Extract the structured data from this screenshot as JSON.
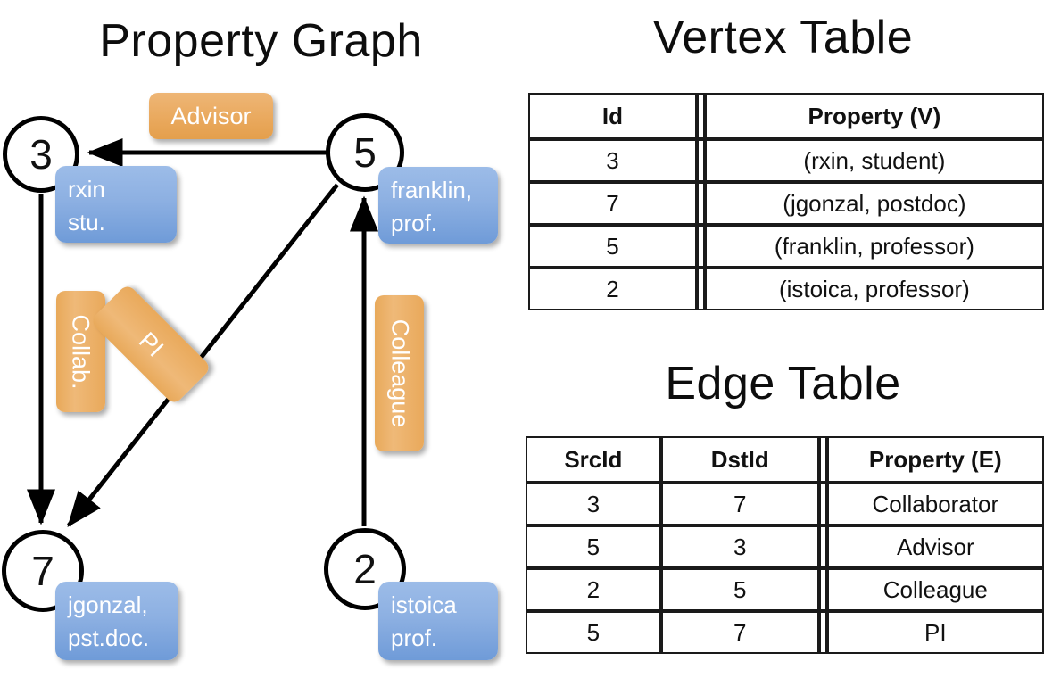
{
  "titles": {
    "property_graph": "Property Graph",
    "vertex_table": "Vertex Table",
    "edge_table": "Edge Table"
  },
  "colors": {
    "node_border": "#000000",
    "property_box": "#8db0e2",
    "edge_label_box": "#e9a95c",
    "vertex_prop_cell": "#ccd9ee",
    "edge_prop_cell": "#f6dcc2",
    "text_dark": "#111111"
  },
  "graph": {
    "nodes": [
      {
        "id": "3",
        "property_line1": "rxin",
        "property_line2": "stu."
      },
      {
        "id": "5",
        "property_line1": "franklin,",
        "property_line2": "prof."
      },
      {
        "id": "7",
        "property_line1": "jgonzal,",
        "property_line2": "pst.doc."
      },
      {
        "id": "2",
        "property_line1": "istoica",
        "property_line2": "prof."
      }
    ],
    "edge_labels": [
      {
        "name": "advisor",
        "text": "Advisor",
        "from": "5",
        "to": "3"
      },
      {
        "name": "collab",
        "text": "Collab.",
        "from": "3",
        "to": "7"
      },
      {
        "name": "pi",
        "text": "PI",
        "from": "5",
        "to": "7"
      },
      {
        "name": "colleague",
        "text": "Colleague",
        "from": "2",
        "to": "5"
      }
    ]
  },
  "vertex_table": {
    "headers": [
      "Id",
      "Property (V)"
    ],
    "rows": [
      {
        "id": "3",
        "property": "(rxin, student)"
      },
      {
        "id": "7",
        "property": "(jgonzal, postdoc)"
      },
      {
        "id": "5",
        "property": "(franklin, professor)"
      },
      {
        "id": "2",
        "property": "(istoica, professor)"
      }
    ]
  },
  "edge_table": {
    "headers": [
      "SrcId",
      "DstId",
      "Property (E)"
    ],
    "rows": [
      {
        "src": "3",
        "dst": "7",
        "property": "Collaborator"
      },
      {
        "src": "5",
        "dst": "3",
        "property": "Advisor"
      },
      {
        "src": "2",
        "dst": "5",
        "property": "Colleague"
      },
      {
        "src": "5",
        "dst": "7",
        "property": "PI"
      }
    ]
  }
}
